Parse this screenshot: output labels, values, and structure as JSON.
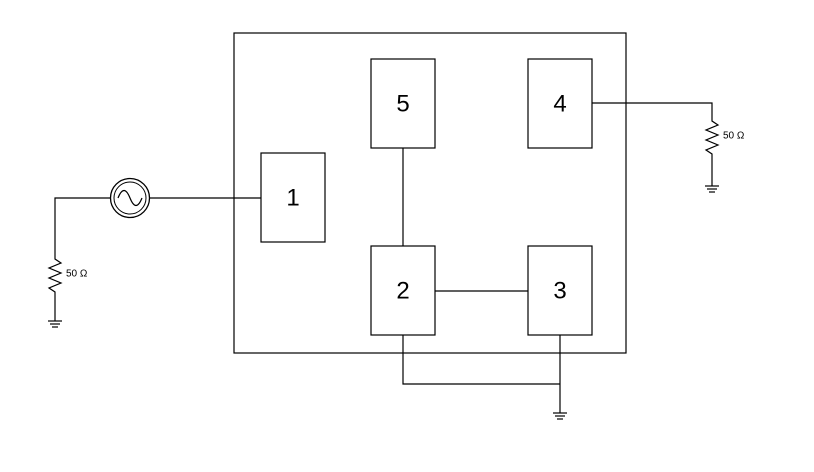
{
  "diagram": {
    "blocks": [
      {
        "id": "block-1",
        "label": "1"
      },
      {
        "id": "block-2",
        "label": "2"
      },
      {
        "id": "block-3",
        "label": "3"
      },
      {
        "id": "block-4",
        "label": "4"
      },
      {
        "id": "block-5",
        "label": "5"
      }
    ],
    "source_resistor_label": "50 Ω",
    "load_resistor_label": "50 Ω",
    "icons": [
      "ac-source-icon",
      "resistor-icon",
      "ground-icon"
    ]
  }
}
